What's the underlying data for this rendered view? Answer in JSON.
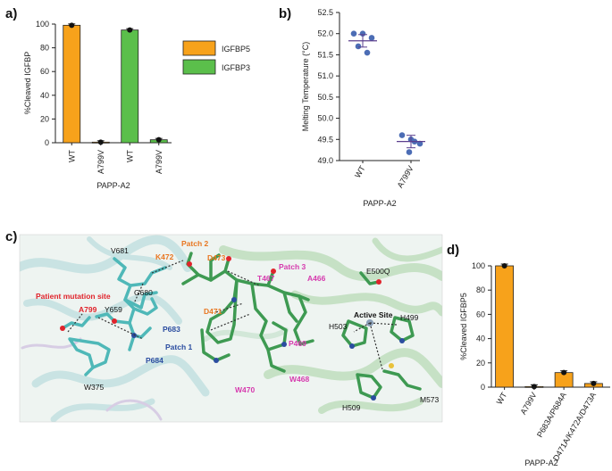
{
  "panels": {
    "a": "a)",
    "b": "b)",
    "c": "c)",
    "d": "d)"
  },
  "colors": {
    "orange": "#F7A21B",
    "green": "#5BBF4B",
    "blue_dot": "#4C6DB5",
    "mean_line": "#5B3F8E",
    "cyan_stick": "#4FB8B8",
    "green_stick": "#3E9A52",
    "orange_label": "#E87722",
    "magenta_label": "#D63AAE",
    "blue_label": "#2B4DA0",
    "red_label": "#E0242C"
  },
  "chart_data": [
    {
      "id": "a",
      "type": "bar",
      "categories": [
        "WT",
        "A799V",
        "WT",
        "A799V"
      ],
      "series": [
        {
          "name": "IGFBP5",
          "values": [
            99,
            0.5,
            null,
            null
          ],
          "color": "#F7A21B"
        },
        {
          "name": "IGFBP3",
          "values": [
            null,
            null,
            95,
            2.5
          ],
          "color": "#5BBF4B"
        }
      ],
      "ylabel": "%Cleaved IGFBP",
      "xlabel": "PAPP-A2",
      "ylim": [
        0,
        100
      ],
      "yticks": [
        "0",
        "20",
        "40",
        "60",
        "80",
        "100"
      ],
      "legend": "right"
    },
    {
      "id": "b",
      "type": "scatter",
      "categories": [
        "WT",
        "A799V"
      ],
      "points": [
        {
          "category": "WT",
          "values": [
            52.0,
            52.0,
            51.9,
            51.7,
            51.55
          ]
        },
        {
          "category": "A799V",
          "values": [
            49.6,
            49.5,
            49.4,
            49.45,
            49.2
          ]
        }
      ],
      "means": [
        51.83,
        49.45
      ],
      "ylabel": "Melting Temperature (°C)",
      "xlabel": "PAPP-A2",
      "ylim": [
        49.0,
        52.5
      ],
      "yticks": [
        "49.0",
        "49.5",
        "50.0",
        "50.5",
        "51.0",
        "51.5",
        "52.0",
        "52.5"
      ]
    },
    {
      "id": "d",
      "type": "bar",
      "categories": [
        "WT",
        "A799V",
        "P683A/P684A",
        "D471A/K472A/D473A"
      ],
      "values": [
        100,
        0.5,
        12,
        3
      ],
      "ylabel": "%Cleaved IGFBP5",
      "xlabel": "PAPP-A2",
      "ylim": [
        0,
        100
      ],
      "yticks": [
        "0",
        "20",
        "40",
        "60",
        "80",
        "100"
      ]
    }
  ],
  "structure": {
    "labels": {
      "v681": "V681",
      "k472": "K472",
      "patch2": "Patch 2",
      "d473": "D473",
      "patch3": "Patch 3",
      "t467": "T467",
      "a466": "A466",
      "e500q": "E500Q",
      "g680": "G680",
      "patient_site": "Patient  mutation site",
      "y659": "Y659",
      "a799": "A799",
      "p683": "P683",
      "d471": "D471",
      "active_site": "Active Site",
      "h499": "H499",
      "h503": "H503",
      "patch1": "Patch 1",
      "p684": "P684",
      "p469": "P469",
      "w375": "W375",
      "w470": "W470",
      "w468": "W468",
      "h509": "H509",
      "m573": "M573"
    }
  }
}
